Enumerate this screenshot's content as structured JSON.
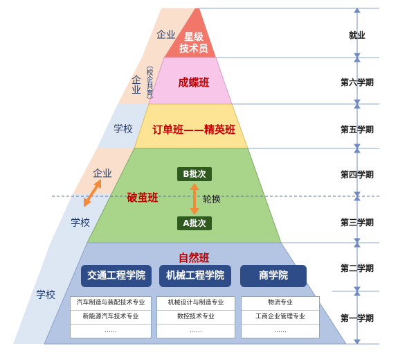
{
  "tiers": {
    "star": [
      "星级",
      "技术员"
    ],
    "butterfly": "成蝶班",
    "order": "订单班——精英班",
    "cocoon": "破茧班",
    "natural": "自然班"
  },
  "rotation": {
    "b_batch": "B批次",
    "a_batch": "A批次",
    "swap": "轮换"
  },
  "side": {
    "enterprise_top": "企业",
    "enterprise_co": "企业",
    "joint_note": "（校企共育）",
    "school_5": "学校",
    "enterprise_4": "企业",
    "school_3": "学校",
    "school_bottom": "学校"
  },
  "semesters": [
    "就业",
    "第六学期",
    "第五学期",
    "第四学期",
    "第三学期",
    "第二学期",
    "第一学期"
  ],
  "colleges": [
    {
      "name": "交通工程学院",
      "majors": [
        "汽车制造与装配技术专业",
        "新能源汽车技术专业",
        "……"
      ]
    },
    {
      "name": "机械工程学院",
      "majors": [
        "机械设计与制造专业",
        "数控技术专业",
        "……"
      ]
    },
    {
      "name": "商学院",
      "majors": [
        "物流专业",
        "工商企业管理专业",
        "……"
      ]
    }
  ],
  "colors": {
    "star": "#f0776a",
    "butterfly": "#f7c6e8",
    "order": "#fde394",
    "cocoon": "#a8d58a",
    "natural": "#b4c5e3",
    "side_peach": "#fadfcd",
    "side_blue": "#dde6f3",
    "arrow": "#f28c3b"
  }
}
